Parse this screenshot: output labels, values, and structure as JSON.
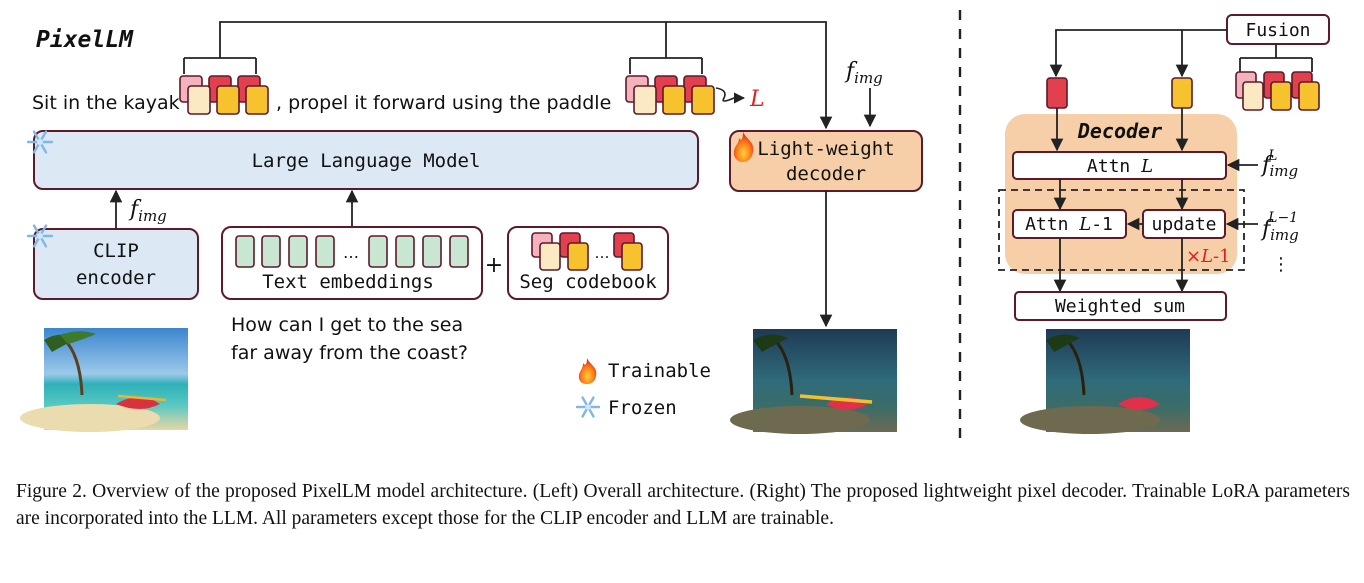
{
  "title": "PixelLM",
  "sentence_left": "Sit in the kayak",
  "sentence_right": ", propel it forward using the paddle",
  "loss_label": "L",
  "f_img": "f",
  "f_img_sub": "img",
  "llm_label": "Large Language Model",
  "decoder_label_1": "Light-weight",
  "decoder_label_2": "decoder",
  "clip_label_1": "CLIP",
  "clip_label_2": "encoder",
  "text_emb_label": "Text embeddings",
  "plus": "+",
  "ellipsis": "…",
  "codebook_label": "Seg codebook",
  "question_1": "How can I get to the sea",
  "question_2": "far away from the coast?",
  "legend_trainable": "Trainable",
  "legend_frozen": "Frozen",
  "fusion_label": "Fusion",
  "decoder_title": "Decoder",
  "attn_l": "Attn ",
  "attn_l_var": "L",
  "attn_l1": "Attn ",
  "attn_l1_var": "L",
  "attn_l1_suffix": "-1",
  "update_label": "update",
  "times_label": "×",
  "times_var": "L",
  "times_suffix": "-1",
  "f_sup_l": "L",
  "f_sup_l1": "L−1",
  "vdots": "⋮",
  "weighted_sum": "Weighted sum",
  "caption": "Figure 2. Overview of the proposed PixelLM model architecture. (Left) Overall architecture. (Right) The proposed lightweight pixel decoder. Trainable LoRA parameters are incorporated into the LLM. All parameters except those for the CLIP encoder and LLM are trainable.",
  "colors": {
    "box_border": "#5c1a2a",
    "llm_fill": "#dce9f5",
    "decoder_fill": "#f6cfa8",
    "emb_fill": "#c9e6d3",
    "token_red": "#e2404f",
    "token_pink": "#f4b3bc",
    "token_yellow": "#f6c22e",
    "token_cream": "#fbe9c4",
    "loss_red": "#e02020"
  }
}
